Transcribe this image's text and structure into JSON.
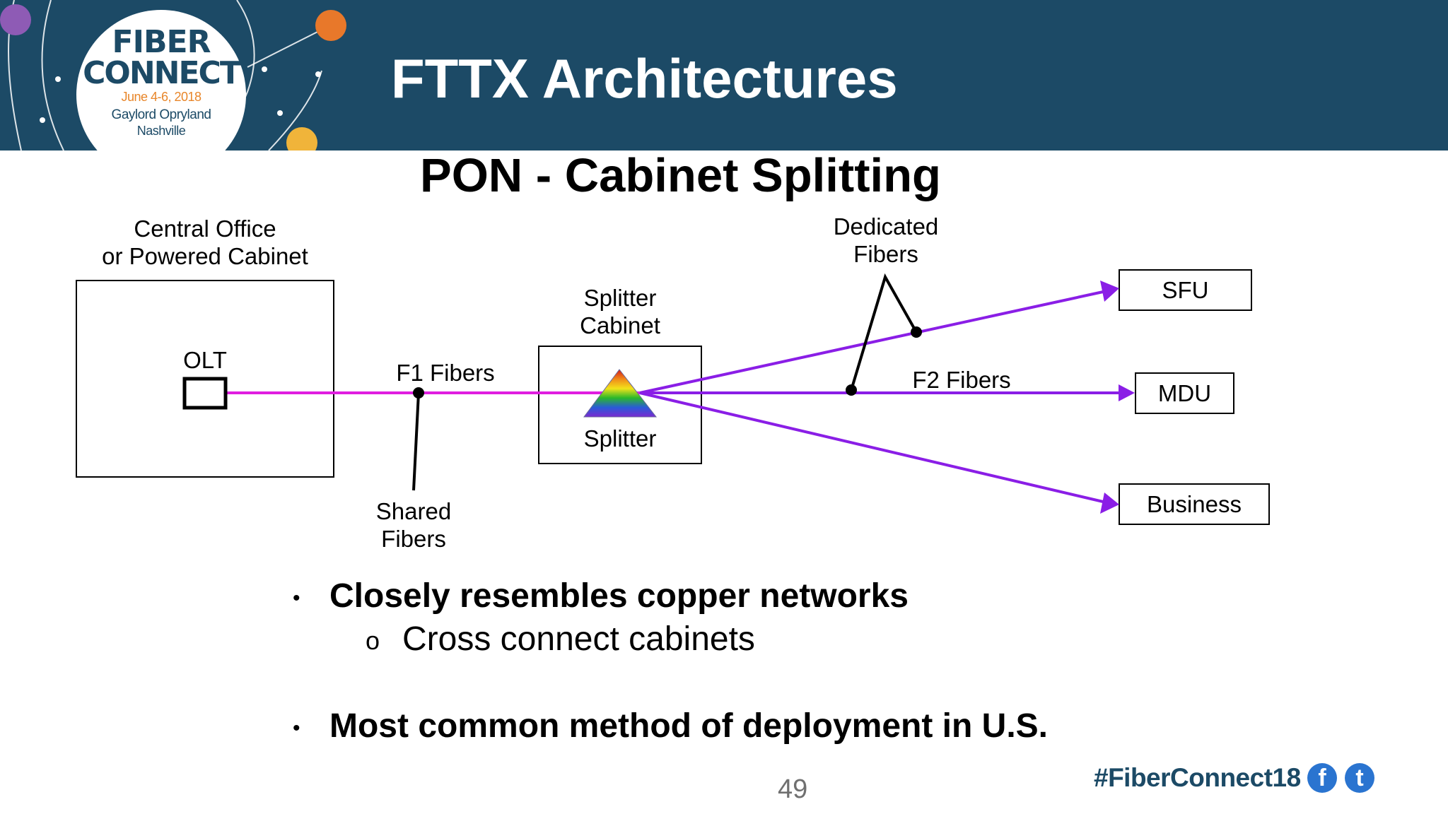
{
  "logo": {
    "line1": "FIBER",
    "line2": "CONNECT",
    "date": "June 4-6, 2018",
    "venue": "Gaylord Opryland",
    "city": "Nashville"
  },
  "slide": {
    "title": "FTTX Architectures",
    "subtitle": "PON - Cabinet Splitting",
    "page_number": "49",
    "hashtag": "#FiberConnect18"
  },
  "diagram": {
    "central_office_line1": "Central Office",
    "central_office_line2": "or Powered Cabinet",
    "olt": "OLT",
    "f1_fibers": "F1 Fibers",
    "shared_line1": "Shared",
    "shared_line2": "Fibers",
    "splitter_cabinet_line1": "Splitter",
    "splitter_cabinet_line2": "Cabinet",
    "splitter": "Splitter",
    "dedicated_line1": "Dedicated",
    "dedicated_line2": "Fibers",
    "f2_fibers": "F2 Fibers",
    "sfu": "SFU",
    "mdu": "MDU",
    "business": "Business"
  },
  "bullets": [
    {
      "text": "Closely resembles copper networks",
      "sub": [
        "Cross connect cabinets"
      ]
    },
    {
      "text": "Most common method of deployment in U.S.",
      "sub": []
    }
  ],
  "colors": {
    "header": "#1c4a66",
    "f1_fiber": "#e01ee0",
    "f2_fiber": "#8a1ee6",
    "logo_orange": "#e8862a"
  },
  "icons": {
    "social_1": "facebook-icon",
    "social_2": "twitter-icon"
  }
}
